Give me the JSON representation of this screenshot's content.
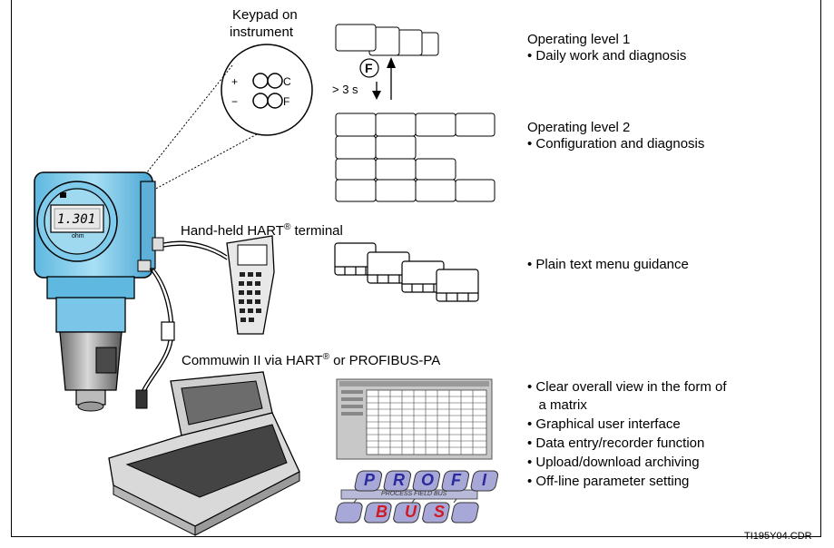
{
  "keypad": {
    "title_line1": "Keypad on",
    "title_line2": "instrument",
    "key_plus": "+",
    "key_minus": "−",
    "key_c": "C",
    "key_f": "F"
  },
  "transition": {
    "f_key": "F",
    "hold_time": "> 3 s"
  },
  "levels": {
    "level1_title": "Operating level 1",
    "level1_bullet": "• Daily work and diagnosis",
    "level2_title": "Operating level 2",
    "level2_bullet": "• Configuration and diagnosis"
  },
  "display_value": "1.301",
  "display_unit": "ohm",
  "handheld": {
    "label": "Hand-held HART",
    "reg": "®",
    "label_end": " terminal",
    "bullet": "• Plain text menu guidance"
  },
  "commuwin": {
    "label_a": "Commuwin II via HART",
    "reg": "®",
    "label_b": " or PROFIBUS-PA",
    "bullets": [
      "• Clear overall view in the form of",
      "   a matrix",
      "• Graphical user interface",
      "• Data entry/recorder function",
      "• Upload/download archiving",
      "• Off-line parameter setting"
    ]
  },
  "profibus": {
    "letters_top": [
      "P",
      "R",
      "O",
      "F",
      "I"
    ],
    "bar_text": "PROCESS FIELD BUS",
    "letters_bottom": [
      "B",
      "U",
      "S"
    ]
  },
  "footer_code": "TI195Y04.CDR"
}
